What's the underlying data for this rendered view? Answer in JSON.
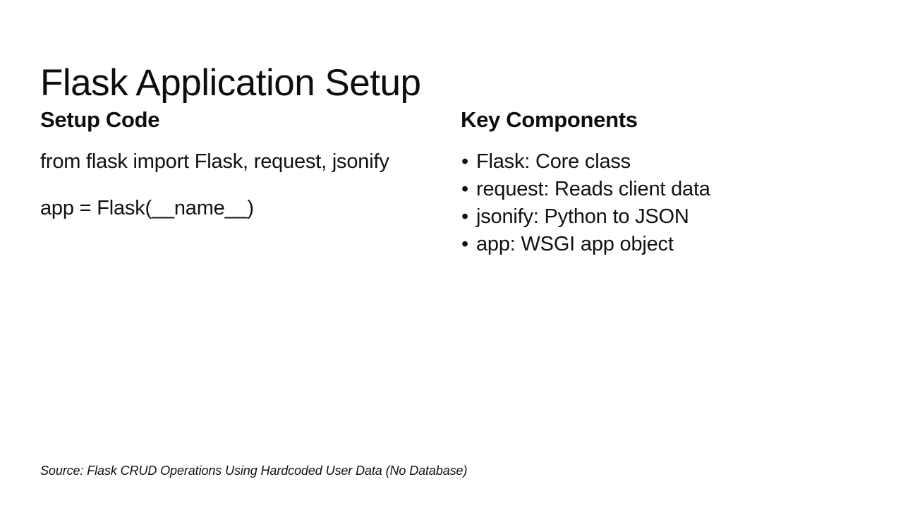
{
  "slide": {
    "title": "Flask Application Setup",
    "background_color": "#ffffff",
    "text_color": "#111111"
  },
  "left_column": {
    "heading": "Setup Code",
    "paragraphs": [
      "from flask import Flask, request, jsonify",
      "app = Flask(__name__)"
    ]
  },
  "right_column": {
    "heading": "Key Components",
    "bullet_marker": "•",
    "items": [
      "Flask: Core class",
      "request: Reads client data",
      "jsonify: Python to JSON",
      "app: WSGI app object"
    ]
  },
  "footer": {
    "source": "Source: Flask CRUD Operations Using Hardcoded User Data (No Database)"
  }
}
